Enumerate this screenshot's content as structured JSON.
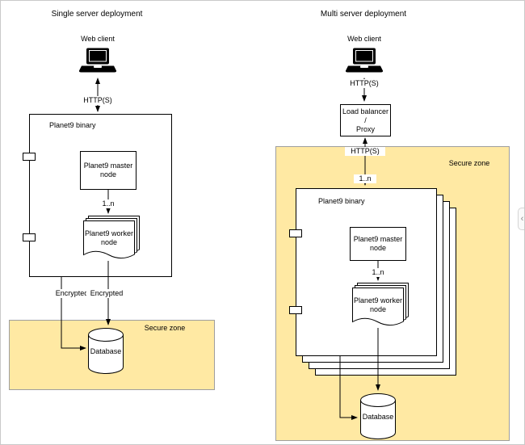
{
  "left": {
    "title": "Single server deployment",
    "web_client_label": "Web client",
    "http_label": "HTTP(S)",
    "binary_label": "Planet9 binary",
    "master_label": "Planet9 master\nnode",
    "multiplicity_label": "1..n",
    "worker_label": "Planet9 worker\nnode",
    "encrypted_label_left": "Encrypted",
    "encrypted_label_right": "Encrypted",
    "secure_zone_label": "Secure zone",
    "database_label": "Database"
  },
  "right": {
    "title": "Multi server deployment",
    "web_client_label": "Web client",
    "http_label_top": "HTTP(S)",
    "load_balancer_label": "Load balancer /\nProxy",
    "http_label_bottom": "HTTP(S)",
    "multiplicity_label_outer": "1..n",
    "binary_label": "Planet9 binary",
    "master_label": "Planet9 master\nnode",
    "multiplicity_label_inner": "1..n",
    "worker_label": "Planet9 worker\nnode",
    "secure_zone_label": "Secure zone",
    "database_label": "Database"
  },
  "colors": {
    "secure_zone_fill": "#ffe9a3",
    "secure_zone_stroke": "#9e9e9e",
    "shape_stroke": "#000000",
    "shape_fill": "#ffffff",
    "canvas_bg": "#ffffff"
  },
  "ui": {
    "panel_chevron": "‹"
  }
}
